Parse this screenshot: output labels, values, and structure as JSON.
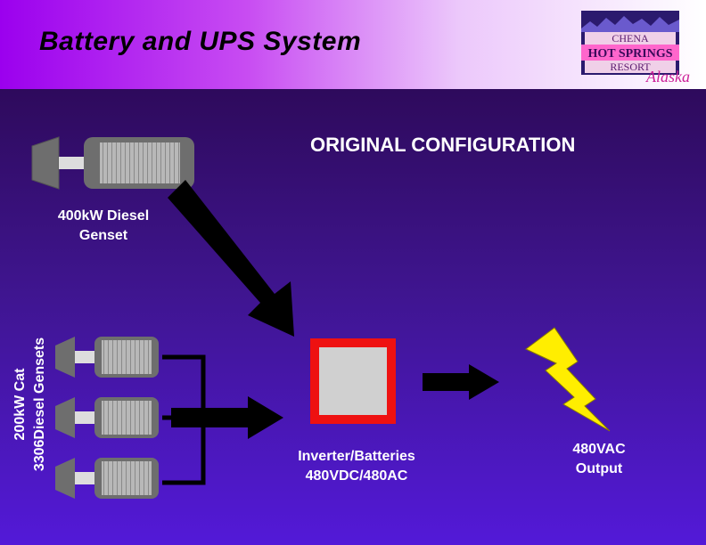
{
  "header": {
    "title": "Battery and UPS System"
  },
  "logo": {
    "line1": "CHENA",
    "line2": "HOT SPRINGS",
    "line3": "RESORT",
    "tagline": "Alaska"
  },
  "diagram": {
    "heading": "ORIGINAL CONFIGURATION",
    "large_genset_label": "400kW Diesel\nGenset",
    "small_gensets_label": "200kW Cat\n3306Diesel Gensets",
    "inverter_label": "Inverter/Batteries\n480VDC/480AC",
    "output_label": "480VAC\nOutput"
  },
  "colors": {
    "inverter_border": "#ee1111",
    "inverter_fill": "#d0d0d0",
    "bolt": "#ffee00",
    "genset": "#6e6e6e"
  }
}
